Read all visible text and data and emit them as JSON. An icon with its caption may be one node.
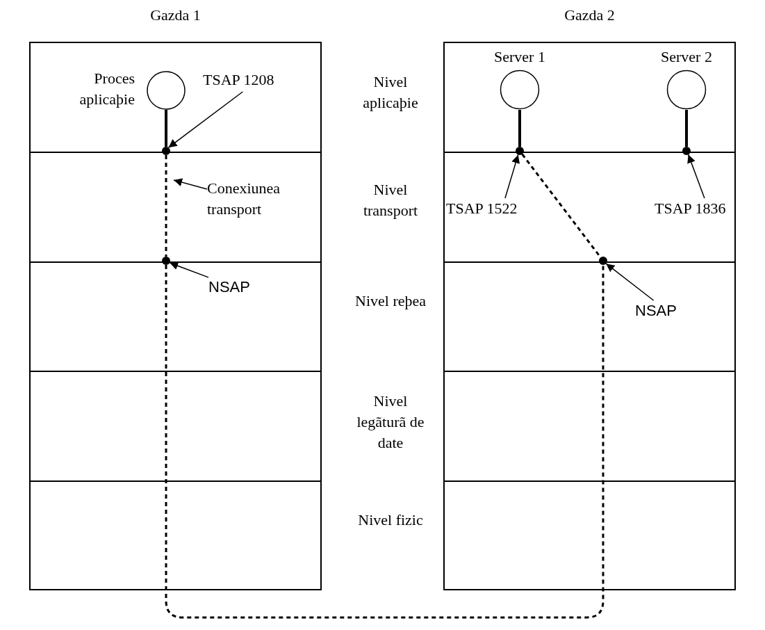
{
  "diagram": {
    "nodes": [
      {
        "text": [
          "Gazda 1"
        ]
      },
      {
        "text": [
          "Proces aplicaþie"
        ],
        "in": 0
      },
      {
        "text": [],
        "shape": "circle",
        "in": 0
      },
      {
        "text": [],
        "shape": "circle",
        "in": 0
      },
      {
        "text": [
          "TSAP 1208"
        ],
        "in": 0
      },
      {
        "text": [
          "Conexiunea transport"
        ],
        "in": 0
      },
      {
        "text": [],
        "shape": "circle",
        "in": 0
      },
      {
        "text": [
          "NSAP"
        ],
        "in": 0
      },
      {
        "text": [
          "Gazda 2"
        ]
      },
      {
        "text": [
          "Server 1"
        ],
        "in": 8
      },
      {
        "text": [
          "Server 2"
        ],
        "in": 8
      },
      {
        "text": [],
        "shape": "circle",
        "in": 8
      },
      {
        "text": [],
        "shape": "circle",
        "in": 8
      },
      {
        "text": [
          "TSAP 1522"
        ],
        "in": 8
      },
      {
        "text": [
          "TSAP 1836"
        ],
        "in": 8
      },
      {
        "text": [],
        "shape": "circle",
        "in": 8
      },
      {
        "text": [
          "NSAP"
        ],
        "in": 8
      }
    ],
    "edges": [
      {
        "from": 2,
        "to": 3,
        "arrow": "none",
        "style": "thick"
      },
      {
        "from": 4,
        "to": 3,
        "arrow": "to"
      },
      {
        "from": 3,
        "to": 6,
        "arrow": "none",
        "style": "dashed"
      },
      {
        "from": 5,
        "to": null,
        "arrow": "to"
      },
      {
        "from": 7,
        "to": 6,
        "arrow": "to"
      },
      {
        "from": 9,
        "to": 11,
        "arrow": "none",
        "style": "thick"
      },
      {
        "from": 10,
        "to": 12,
        "arrow": "none",
        "style": "thick"
      },
      {
        "from": 13,
        "to": 11,
        "arrow": "to"
      },
      {
        "from": 14,
        "to": 12,
        "arrow": "to"
      },
      {
        "from": 11,
        "to": 15,
        "arrow": "none",
        "style": "dashed"
      },
      {
        "from": 16,
        "to": 15,
        "arrow": "to"
      },
      {
        "from": 6,
        "to": 15,
        "arrow": "none",
        "style": "dashed"
      }
    ],
    "labels": [
      "Nivel aplicaþie",
      "Nivel transport",
      "Nivel reþea",
      "Nivel legãturã de date",
      "Nivel fizic"
    ]
  }
}
